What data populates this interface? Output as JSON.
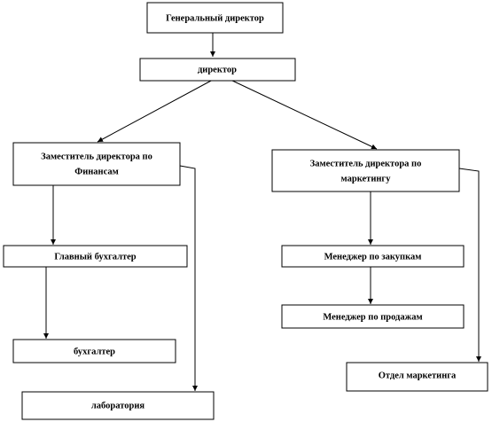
{
  "nodes": {
    "ceo": {
      "label": "Генеральный директор"
    },
    "director": {
      "label": "директор"
    },
    "deputy_finance": {
      "label_line1": "Заместитель директора по",
      "label_line2": "Финансам"
    },
    "deputy_marketing": {
      "label_line1": "Заместитель директора по",
      "label_line2": "маркетингу"
    },
    "chief_accountant": {
      "label": "Главный бухгалтер"
    },
    "accountant": {
      "label": "бухгалтер"
    },
    "laboratory": {
      "label": "лаборатория"
    },
    "procurement_manager": {
      "label": "Менеджер по закупкам"
    },
    "sales_manager": {
      "label": "Менеджер по продажам"
    },
    "marketing_dept": {
      "label": "Отдел маркетинга"
    }
  },
  "colors": {
    "stroke": "#000000",
    "background": "#ffffff"
  }
}
